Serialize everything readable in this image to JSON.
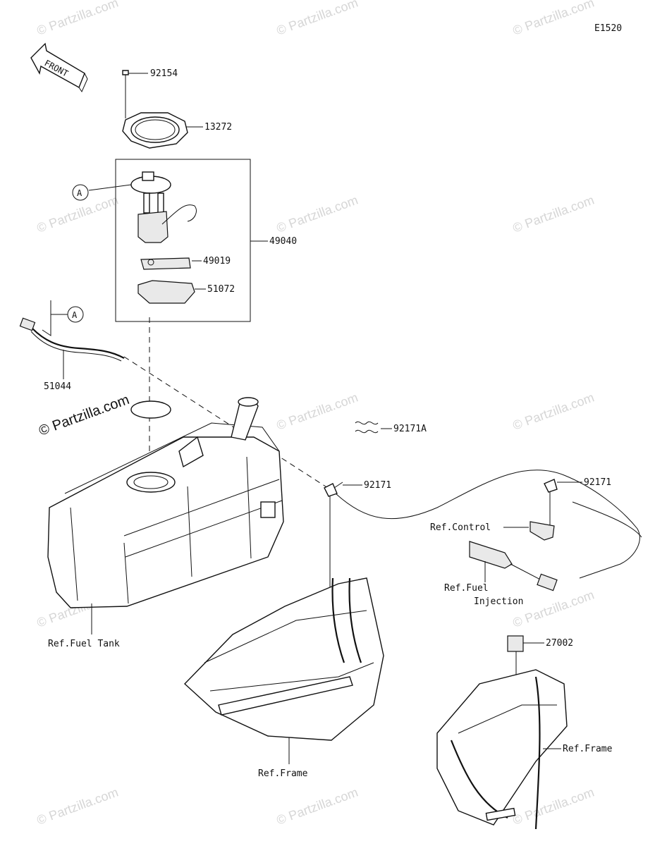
{
  "diagram_code": "E1520",
  "front_label": "FRONT",
  "callout_letter": "A",
  "watermark_text": "© Partzilla.com",
  "parts": {
    "p92154": "92154",
    "p13272": "13272",
    "p49040": "49040",
    "p49019": "49019",
    "p51072": "51072",
    "p51044": "51044",
    "p92171A": "92171A",
    "p92171_left": "92171",
    "p92171_right": "92171",
    "p27002": "27002"
  },
  "refs": {
    "control": "Ref.Control",
    "fuel_line1": "Ref.Fuel",
    "fuel_line2": "Injection",
    "fuel_tank": "Ref.Fuel Tank",
    "frame_center": "Ref.Frame",
    "frame_right": "Ref.Frame"
  },
  "colors": {
    "line": "#111111",
    "watermark": "#d6d6d6",
    "background": "#ffffff"
  }
}
